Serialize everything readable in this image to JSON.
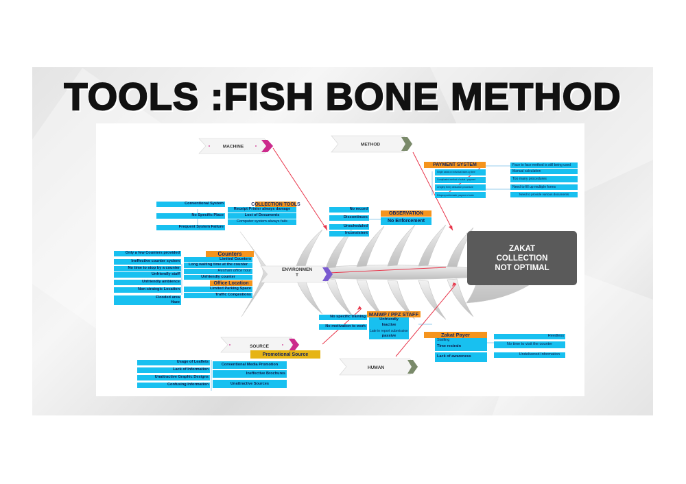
{
  "title": "TOOLS :FISH BONE METHOD",
  "effect": "ZAKAT\nCOLLECTION\nNOT OPTIMAL",
  "categories": {
    "machine": "MACHINE",
    "method": "METHOD",
    "environment": "ENVIRONMEN\nT",
    "source": "SOURCE",
    "human": "HUMAN"
  },
  "collection_tools": {
    "header": "COLLECTION TOOLS",
    "left": [
      "Conventional System",
      "No Specific Place",
      "Frequent System Failure"
    ],
    "right": [
      "Receipt Printer always damage",
      "Lost of Documents",
      "Computer system always fails"
    ]
  },
  "payment_system": {
    "header": "PAYMENT SYSTEM",
    "left": [
      "Single zakat on individual takes up time",
      "Complicated method of zakat / payment",
      "Lengthy Entry deduction procedure",
      "Disproportionate payment rate"
    ],
    "right": [
      "Face to face method is still being used",
      "Manual calculation",
      "Too many procedures",
      "Need to fill up multiple forms",
      "Need to provide various documents"
    ]
  },
  "observation": {
    "header": "OBSERVATION",
    "sub": "No Enforcement",
    "left": [
      "No record",
      "Discontinues",
      "Unscheduled",
      "Inconsistent"
    ]
  },
  "counters": {
    "header": "Counters",
    "left": [
      "Only a few Counters provided",
      "Ineffective counter system",
      "No time to stop by a counter",
      "Unfriendly staff",
      "Unfriendly ambience"
    ],
    "right": [
      "Limited Counters",
      "Long waiting time at the counter",
      "Restrain office hour",
      "Unfriendly counter"
    ]
  },
  "office_location": {
    "header": "Office Location",
    "left": [
      "Non-strategic Location",
      "Flooded area",
      "Haze"
    ],
    "right": [
      "Limited Parking Space",
      "Traffic Congestions"
    ]
  },
  "promotional_source": {
    "header": "Promotional Source",
    "left": [
      "Usage of Leaflets",
      "Lack of Information",
      "Unattractive Graphic Designs",
      "Confusing Information"
    ],
    "right": [
      "Conventional Media Promotion",
      "Ineffective Brochures",
      "Unattractive Sources"
    ]
  },
  "maiwp": {
    "header": "MAIWP / PPZ STAFF",
    "left": [
      "No specific training",
      "No motivation to work"
    ],
    "right": [
      "Unfriendly",
      "Inactive",
      "Late in report submission",
      "passive"
    ]
  },
  "zakat_payer": {
    "header": "Zakat Payer",
    "left": [
      "Stalling",
      "Time restrain",
      "Lack of awareness"
    ],
    "right": [
      "Heedless",
      "No time to visit the counter",
      "Undelivered Information"
    ]
  },
  "colors": {
    "box": "#18c0f0",
    "header_orange": "#f5941d",
    "header_yellow": "#e6b414",
    "effect": "#5a5a5a",
    "arrow_pink": "#cc2a8c",
    "arrow_green": "#7a8a6a",
    "arrow_purple": "#7a5ad0",
    "line_red": "#e8354a"
  }
}
